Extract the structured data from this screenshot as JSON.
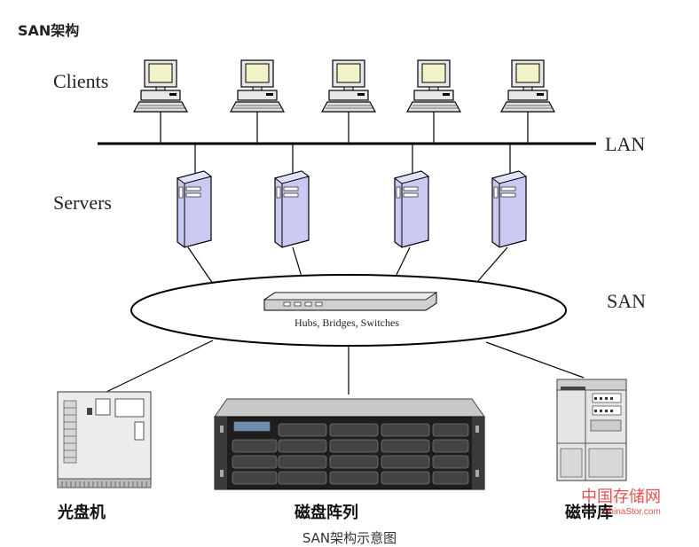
{
  "heading": "SAN架构",
  "labels": {
    "clients": "Clients",
    "lan": "LAN",
    "servers": "Servers",
    "san": "SAN",
    "switch": "Hubs, Bridges, Switches"
  },
  "devices": {
    "optical": "光盘机",
    "disk_array": "磁盘阵列",
    "tape": "磁带库"
  },
  "watermark": {
    "title": "中国存储网",
    "url": "ChinaStor.com"
  },
  "caption": "SAN架构示意图",
  "colors": {
    "server_fill": "#c9c9f2",
    "client_screen": "#f2f2c8",
    "watermark": "#e03030"
  }
}
